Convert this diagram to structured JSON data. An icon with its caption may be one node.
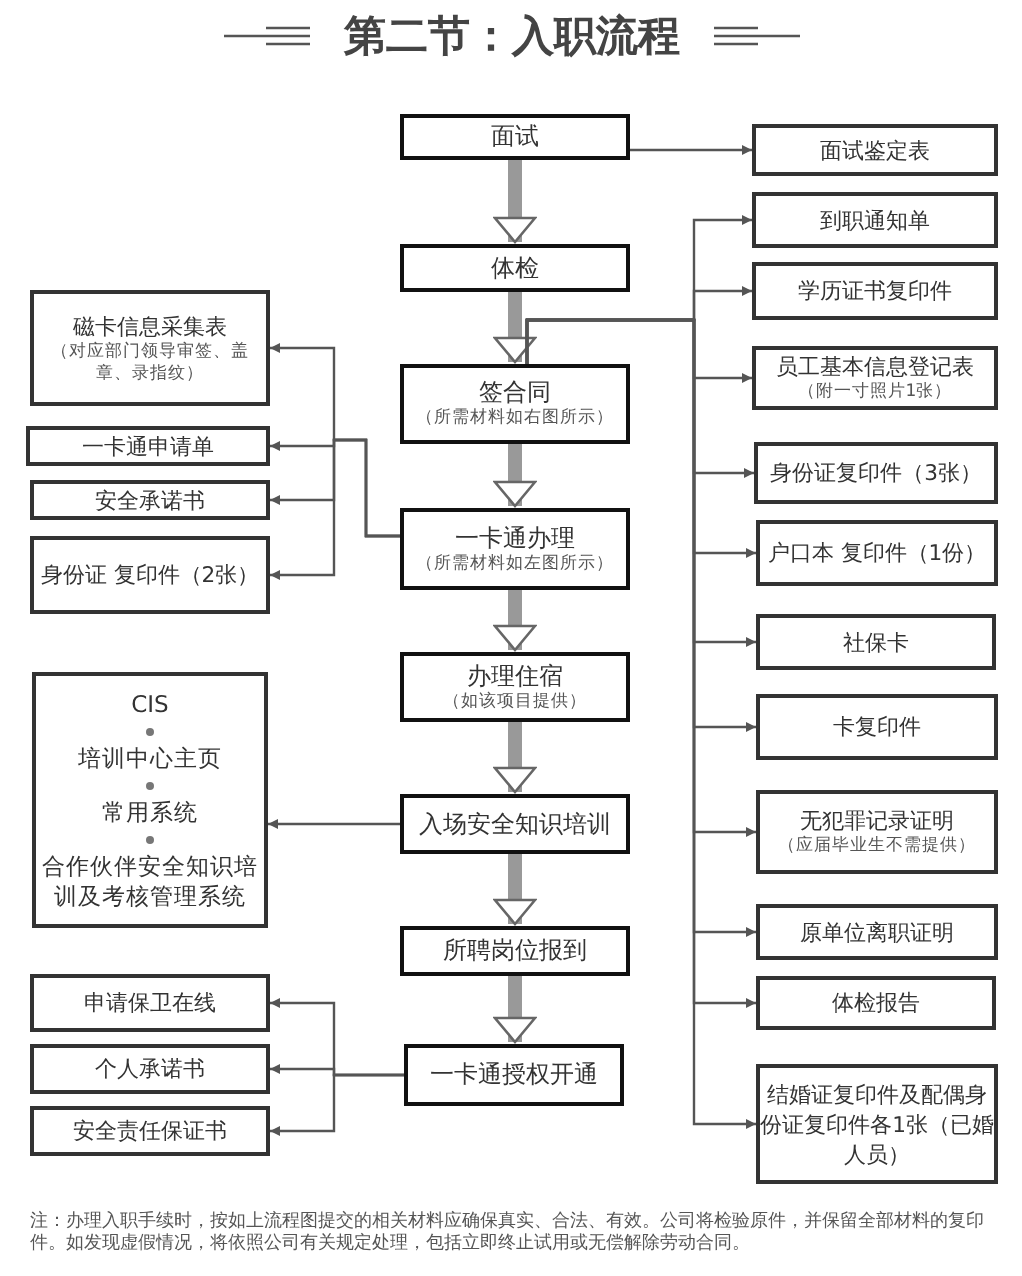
{
  "diagram": {
    "title": "第二节：入职流程",
    "nodes": [
      {
        "text": [
          "面试"
        ]
      },
      {
        "text": [
          "体检"
        ]
      },
      {
        "text": [
          "签合同",
          "（所需材料如右图所示）"
        ]
      },
      {
        "text": [
          "一卡通办理",
          "（所需材料如左图所示）"
        ]
      },
      {
        "text": [
          "办理住宿",
          "（如该项目提供）"
        ]
      },
      {
        "text": [
          "入场安全知识培训"
        ]
      },
      {
        "text": [
          "所聘岗位报到"
        ]
      },
      {
        "text": [
          "一卡通授权开通"
        ]
      },
      {
        "text": [
          "面试鉴定表"
        ]
      },
      {
        "text": [
          "到职通知单"
        ]
      },
      {
        "text": [
          "学历证书复印件"
        ]
      },
      {
        "text": [
          "员工基本信息登记表",
          "（附一寸照片1张）"
        ]
      },
      {
        "text": [
          "身份证复印件（3张）"
        ]
      },
      {
        "text": [
          "户口本 复印件（1份）"
        ]
      },
      {
        "text": [
          "社保卡"
        ]
      },
      {
        "text": [
          "卡复印件"
        ]
      },
      {
        "text": [
          "无犯罪记录证明",
          "（应届毕业生不需提供）"
        ]
      },
      {
        "text": [
          "原单位离职证明"
        ]
      },
      {
        "text": [
          "体检报告"
        ]
      },
      {
        "text": [
          "结婚证复印件及配偶身份证复印件各1张（已婚人员）"
        ]
      },
      {
        "text": [
          "磁卡信息采集表",
          "（对应部门领导审签、盖章、录指纹）"
        ]
      },
      {
        "text": [
          "一卡通申请单"
        ]
      },
      {
        "text": [
          "安全承诺书"
        ]
      },
      {
        "text": [
          "身份证 复印件（2张）"
        ]
      },
      {
        "text": [
          "CIS",
          "培训中心主页",
          "常用系统",
          "合作伙伴安全知识培训及考核管理系统"
        ]
      },
      {
        "text": [
          "申请保卫在线"
        ]
      },
      {
        "text": [
          "个人承诺书"
        ]
      },
      {
        "text": [
          "安全责任保证书"
        ]
      }
    ],
    "edges": [
      {
        "from": 0,
        "to": 1,
        "arrow": "to",
        "style": "thick"
      },
      {
        "from": 1,
        "to": 2,
        "arrow": "to",
        "style": "thick"
      },
      {
        "from": 2,
        "to": 3,
        "arrow": "to",
        "style": "thick"
      },
      {
        "from": 3,
        "to": 4,
        "arrow": "to",
        "style": "thick"
      },
      {
        "from": 4,
        "to": 5,
        "arrow": "to",
        "style": "thick"
      },
      {
        "from": 5,
        "to": 6,
        "arrow": "to",
        "style": "thick"
      },
      {
        "from": 6,
        "to": 7,
        "arrow": "to",
        "style": "thick"
      },
      {
        "from": 0,
        "to": 8,
        "arrow": "to"
      },
      {
        "from": 2,
        "to": 9,
        "arrow": "to"
      },
      {
        "from": 2,
        "to": 10,
        "arrow": "to"
      },
      {
        "from": 2,
        "to": 11,
        "arrow": "to"
      },
      {
        "from": 2,
        "to": 12,
        "arrow": "to"
      },
      {
        "from": 2,
        "to": 13,
        "arrow": "to"
      },
      {
        "from": 2,
        "to": 14,
        "arrow": "to"
      },
      {
        "from": 2,
        "to": 15,
        "arrow": "to"
      },
      {
        "from": 2,
        "to": 16,
        "arrow": "to"
      },
      {
        "from": 2,
        "to": 17,
        "arrow": "to"
      },
      {
        "from": 2,
        "to": 18,
        "arrow": "to"
      },
      {
        "from": 2,
        "to": 19,
        "arrow": "to"
      },
      {
        "from": 3,
        "to": 20,
        "arrow": "to"
      },
      {
        "from": 3,
        "to": 21,
        "arrow": "to"
      },
      {
        "from": 3,
        "to": 22,
        "arrow": "to"
      },
      {
        "from": 3,
        "to": 23,
        "arrow": "to"
      },
      {
        "from": 5,
        "to": 24,
        "arrow": "to"
      },
      {
        "from": 7,
        "to": 25,
        "arrow": "to"
      },
      {
        "from": 7,
        "to": 26,
        "arrow": "to"
      },
      {
        "from": 7,
        "to": 27,
        "arrow": "to"
      }
    ],
    "labels": [
      "注：办理入职手续时，按如上流程图提交的相关材料应确保真实、合法、有效。公司将检验原件，并保留全部材料的复印件。如发现虚假情况，将依照公司有关规定处理，包括立即终止试用或无偿解除劳动合同。"
    ]
  }
}
